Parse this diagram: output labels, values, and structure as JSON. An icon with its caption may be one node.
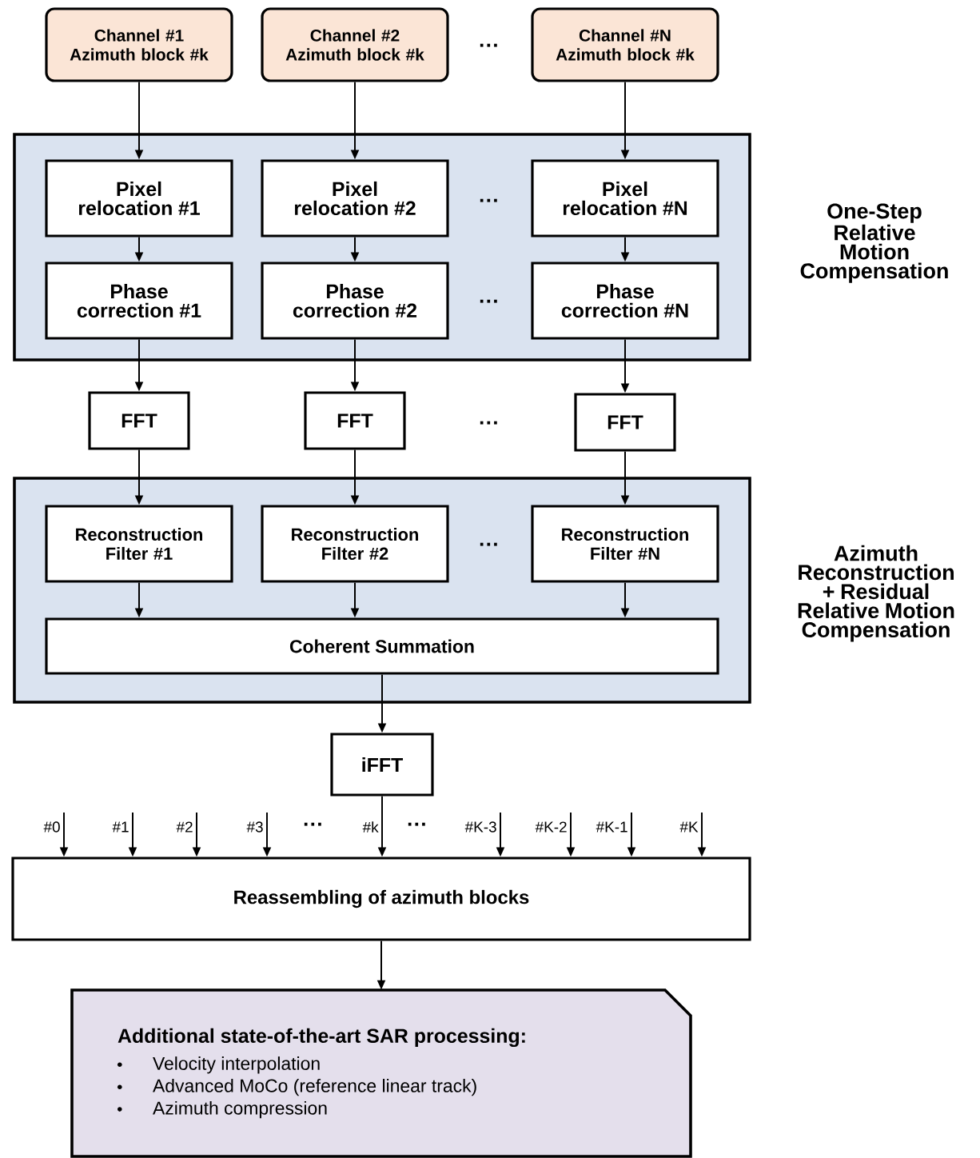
{
  "diagram": {
    "nodes": [
      {
        "text": [
          "Channel #1",
          "Azimuth block #k"
        ]
      },
      {
        "text": [
          "Channel #2",
          "Azimuth block #k"
        ]
      },
      {
        "text": [
          "Channel #N",
          "Azimuth block #k"
        ]
      },
      {
        "text": [
          "One-Step Relative Motion Compensation"
        ]
      },
      {
        "text": [
          "Pixel relocation #1"
        ],
        "in": 3
      },
      {
        "text": [
          "Pixel relocation #2"
        ],
        "in": 3
      },
      {
        "text": [
          "Pixel relocation #N"
        ],
        "in": 3
      },
      {
        "text": [
          "Phase correction #1"
        ],
        "in": 3
      },
      {
        "text": [
          "Phase correction #2"
        ],
        "in": 3
      },
      {
        "text": [
          "Phase correction #N"
        ],
        "in": 3
      },
      {
        "text": [
          "FFT"
        ]
      },
      {
        "text": [
          "FFT"
        ]
      },
      {
        "text": [
          "FFT"
        ]
      },
      {
        "text": [
          "Azimuth Reconstruction + Residual Relative Motion Compensation"
        ]
      },
      {
        "text": [
          "Reconstruction Filter #1"
        ],
        "in": 13
      },
      {
        "text": [
          "Reconstruction Filter #2"
        ],
        "in": 13
      },
      {
        "text": [
          "Reconstruction Filter #N"
        ],
        "in": 13
      },
      {
        "text": [
          "Coherent Summation"
        ],
        "in": 13
      },
      {
        "text": [
          "iFFT"
        ]
      },
      {
        "text": [
          "Reassembling of azimuth blocks"
        ]
      },
      {
        "text": [
          "Additional state-of-the-art SAR processing:",
          "Velocity interpolation",
          "Advanced MoCo (reference linear track)",
          "Azimuth compression"
        ]
      }
    ],
    "edges": [
      {
        "from": 0,
        "to": 4,
        "arrow": "to"
      },
      {
        "from": 1,
        "to": 5,
        "arrow": "to"
      },
      {
        "from": 2,
        "to": 6,
        "arrow": "to"
      },
      {
        "from": 4,
        "to": 7,
        "arrow": "to"
      },
      {
        "from": 5,
        "to": 8,
        "arrow": "to"
      },
      {
        "from": 6,
        "to": 9,
        "arrow": "to"
      },
      {
        "from": 7,
        "to": 10,
        "arrow": "to"
      },
      {
        "from": 8,
        "to": 11,
        "arrow": "to"
      },
      {
        "from": 9,
        "to": 12,
        "arrow": "to"
      },
      {
        "from": 10,
        "to": 14,
        "arrow": "to"
      },
      {
        "from": 11,
        "to": 15,
        "arrow": "to"
      },
      {
        "from": 12,
        "to": 16,
        "arrow": "to"
      },
      {
        "from": 14,
        "to": 17,
        "arrow": "to"
      },
      {
        "from": 15,
        "to": 17,
        "arrow": "to"
      },
      {
        "from": 16,
        "to": 17,
        "arrow": "to"
      },
      {
        "from": 17,
        "to": 18,
        "arrow": "to"
      },
      {
        "from": null,
        "to": 19,
        "arrow": "to",
        "label": "#0"
      },
      {
        "from": null,
        "to": 19,
        "arrow": "to",
        "label": "#1"
      },
      {
        "from": null,
        "to": 19,
        "arrow": "to",
        "label": "#2"
      },
      {
        "from": null,
        "to": 19,
        "arrow": "to",
        "label": "#3"
      },
      {
        "from": 18,
        "to": 19,
        "arrow": "to",
        "label": "#k"
      },
      {
        "from": null,
        "to": 19,
        "arrow": "to",
        "label": "#K-3"
      },
      {
        "from": null,
        "to": 19,
        "arrow": "to",
        "label": "#K-2"
      },
      {
        "from": null,
        "to": 19,
        "arrow": "to",
        "label": "#K-1"
      },
      {
        "from": null,
        "to": 19,
        "arrow": "to",
        "label": "#K"
      },
      {
        "from": 19,
        "to": 20,
        "arrow": "to"
      }
    ],
    "labels": [
      "···",
      "···",
      "···",
      "···",
      "···",
      "···",
      "···"
    ]
  }
}
